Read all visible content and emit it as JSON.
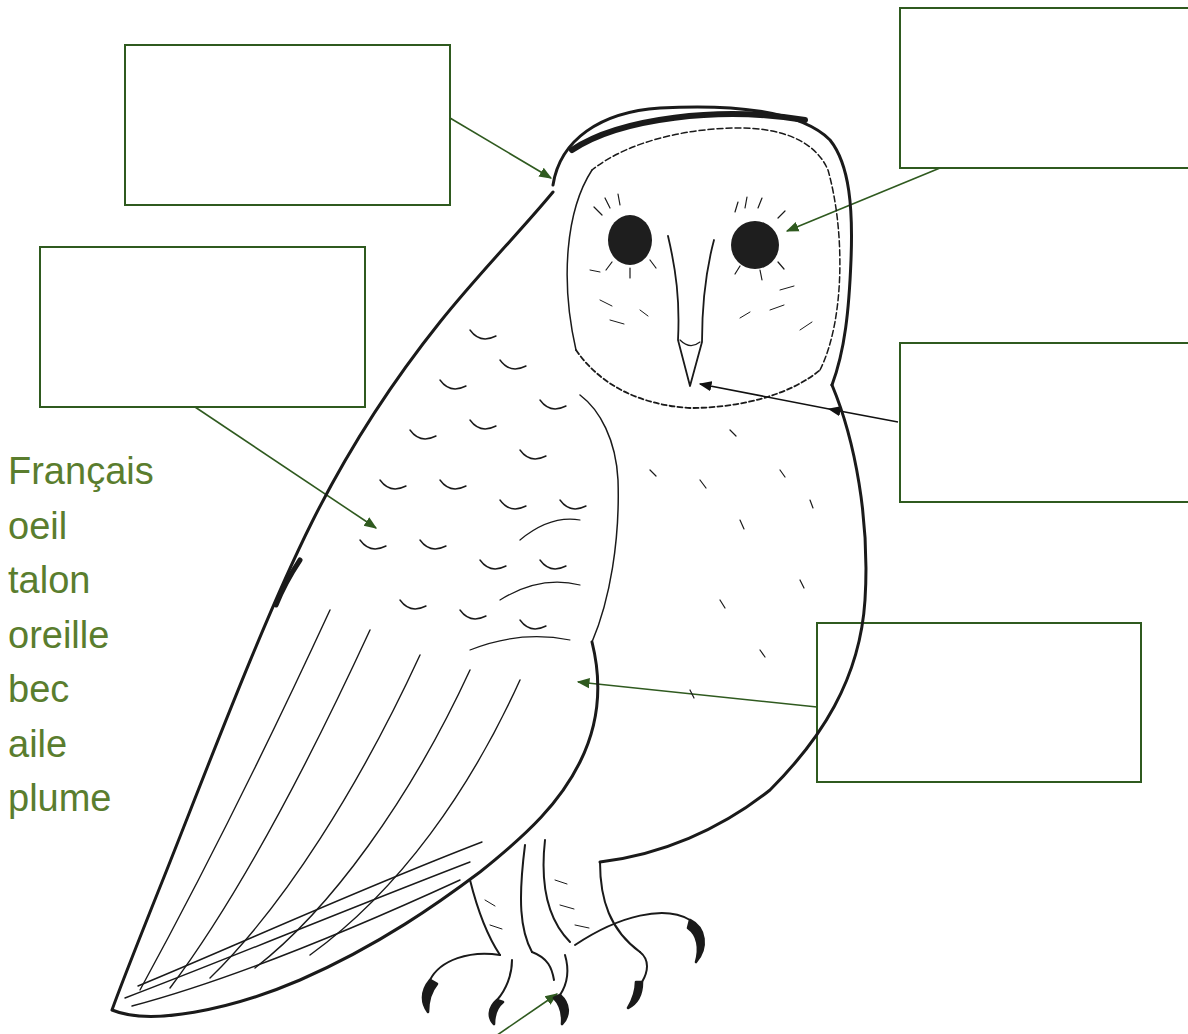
{
  "diagram": {
    "labels": [
      "Français",
      "oeil",
      "talon",
      "oreille",
      "bec",
      "aile",
      "plume"
    ]
  }
}
